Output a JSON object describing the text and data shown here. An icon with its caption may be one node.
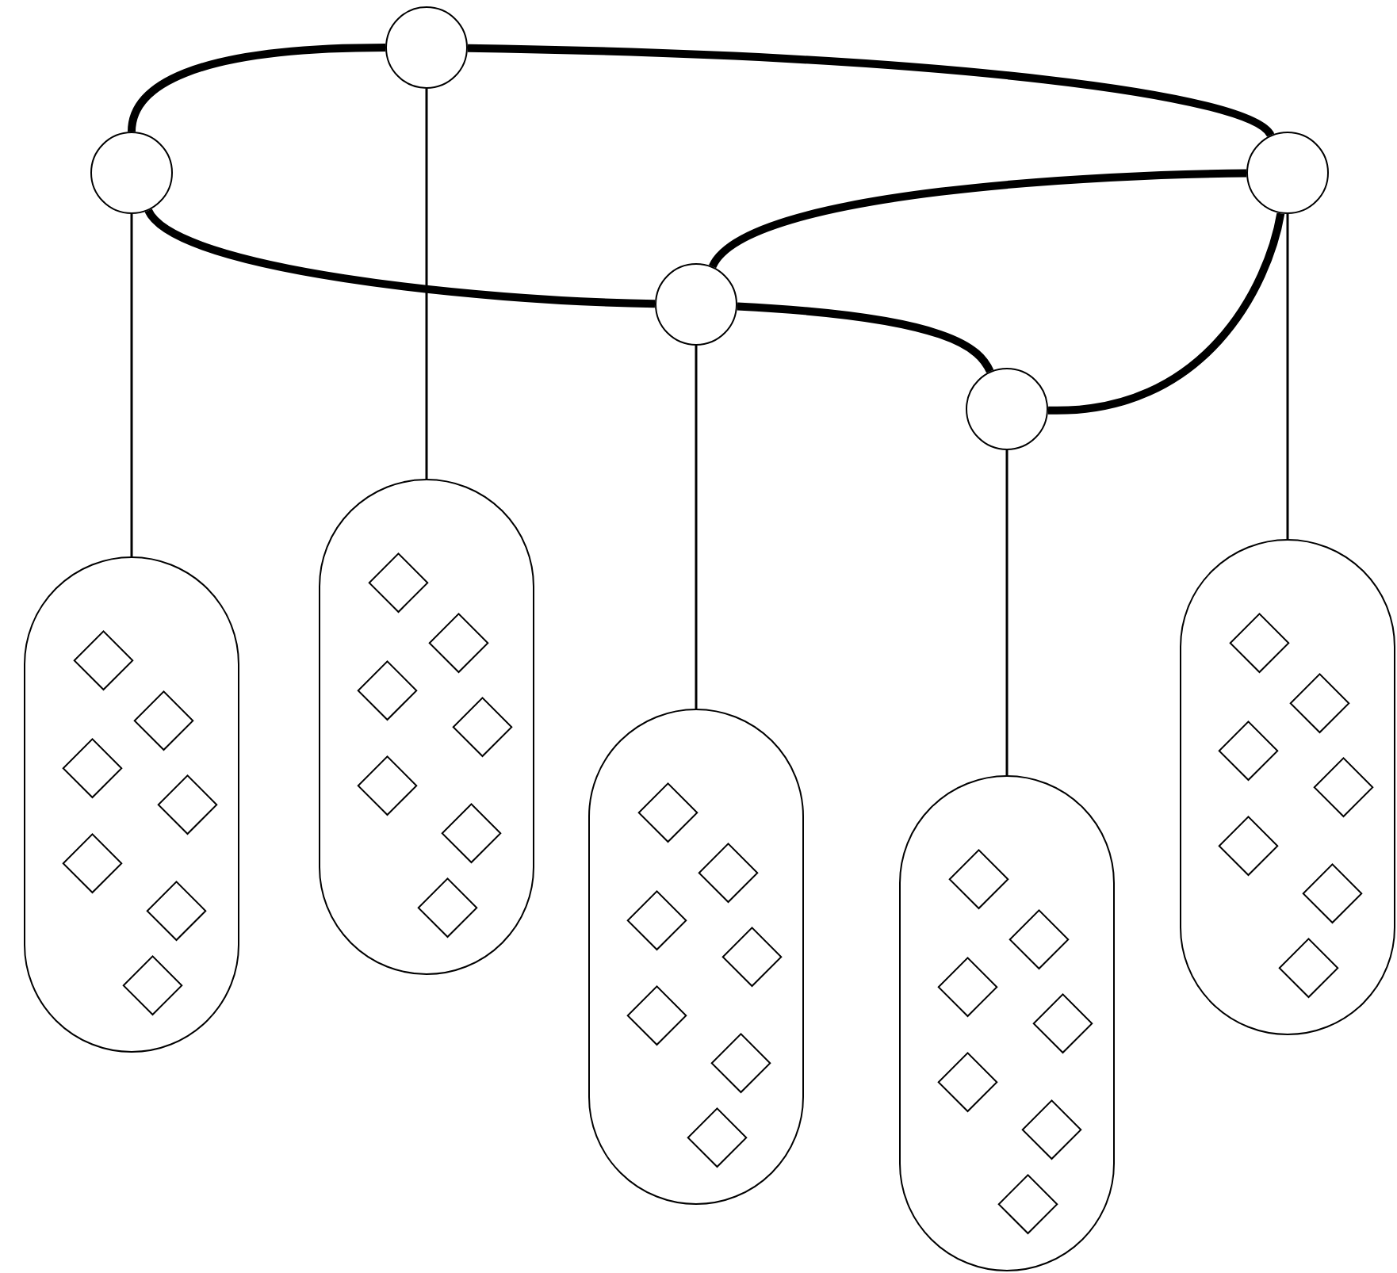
{
  "diagram": {
    "nodes": [
      {
        "text": [],
        "shape": "circle"
      },
      {
        "text": [],
        "shape": "circle"
      },
      {
        "text": [],
        "shape": "circle"
      },
      {
        "text": [],
        "shape": "circle"
      },
      {
        "text": [],
        "shape": "circle"
      },
      {
        "text": [],
        "shape": "capsule"
      },
      {
        "text": [],
        "shape": "diamond",
        "in": 5
      },
      {
        "text": [],
        "shape": "diamond",
        "in": 5
      },
      {
        "text": [],
        "shape": "diamond",
        "in": 5
      },
      {
        "text": [],
        "shape": "diamond",
        "in": 5
      },
      {
        "text": [],
        "shape": "diamond",
        "in": 5
      },
      {
        "text": [],
        "shape": "diamond",
        "in": 5
      },
      {
        "text": [],
        "shape": "diamond",
        "in": 5
      },
      {
        "text": [],
        "shape": "capsule"
      },
      {
        "text": [],
        "shape": "diamond",
        "in": 13
      },
      {
        "text": [],
        "shape": "diamond",
        "in": 13
      },
      {
        "text": [],
        "shape": "diamond",
        "in": 13
      },
      {
        "text": [],
        "shape": "diamond",
        "in": 13
      },
      {
        "text": [],
        "shape": "diamond",
        "in": 13
      },
      {
        "text": [],
        "shape": "diamond",
        "in": 13
      },
      {
        "text": [],
        "shape": "diamond",
        "in": 13
      },
      {
        "text": [],
        "shape": "capsule"
      },
      {
        "text": [],
        "shape": "diamond",
        "in": 21
      },
      {
        "text": [],
        "shape": "diamond",
        "in": 21
      },
      {
        "text": [],
        "shape": "diamond",
        "in": 21
      },
      {
        "text": [],
        "shape": "diamond",
        "in": 21
      },
      {
        "text": [],
        "shape": "diamond",
        "in": 21
      },
      {
        "text": [],
        "shape": "diamond",
        "in": 21
      },
      {
        "text": [],
        "shape": "diamond",
        "in": 21
      },
      {
        "text": [],
        "shape": "capsule"
      },
      {
        "text": [],
        "shape": "diamond",
        "in": 29
      },
      {
        "text": [],
        "shape": "diamond",
        "in": 29
      },
      {
        "text": [],
        "shape": "diamond",
        "in": 29
      },
      {
        "text": [],
        "shape": "diamond",
        "in": 29
      },
      {
        "text": [],
        "shape": "diamond",
        "in": 29
      },
      {
        "text": [],
        "shape": "diamond",
        "in": 29
      },
      {
        "text": [],
        "shape": "diamond",
        "in": 29
      },
      {
        "text": [],
        "shape": "capsule"
      },
      {
        "text": [],
        "shape": "diamond",
        "in": 37
      },
      {
        "text": [],
        "shape": "diamond",
        "in": 37
      },
      {
        "text": [],
        "shape": "diamond",
        "in": 37
      },
      {
        "text": [],
        "shape": "diamond",
        "in": 37
      },
      {
        "text": [],
        "shape": "diamond",
        "in": 37
      },
      {
        "text": [],
        "shape": "diamond",
        "in": 37
      },
      {
        "text": [],
        "shape": "diamond",
        "in": 37
      }
    ],
    "edges": [
      {
        "from": 0,
        "to": 2,
        "arrow": "none"
      },
      {
        "from": 0,
        "to": 1,
        "arrow": "none"
      },
      {
        "from": 1,
        "to": 3,
        "arrow": "none"
      },
      {
        "from": 3,
        "to": 2,
        "arrow": "none"
      },
      {
        "from": 3,
        "to": 4,
        "arrow": "none"
      },
      {
        "from": 4,
        "to": 2,
        "arrow": "none"
      },
      {
        "from": 0,
        "to": 13,
        "arrow": "none"
      },
      {
        "from": 1,
        "to": 5,
        "arrow": "none"
      },
      {
        "from": 3,
        "to": 21,
        "arrow": "none"
      },
      {
        "from": 4,
        "to": 29,
        "arrow": "none"
      },
      {
        "from": 2,
        "to": 37,
        "arrow": "none"
      }
    ]
  }
}
